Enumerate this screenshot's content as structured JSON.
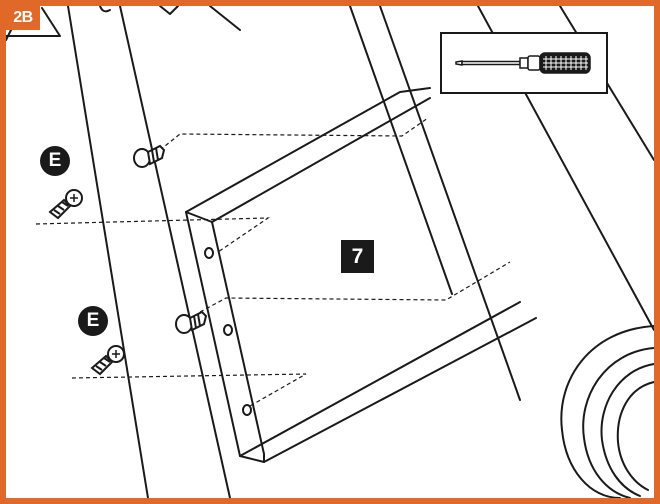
{
  "diagram": {
    "step": "2B",
    "panel_number": "7",
    "part_labels": [
      "E",
      "E"
    ],
    "tool": "phillips-screwdriver-icon",
    "colors": {
      "frame": "#e0692a",
      "ink": "#1a1a1a",
      "background": "#ffffff"
    }
  }
}
